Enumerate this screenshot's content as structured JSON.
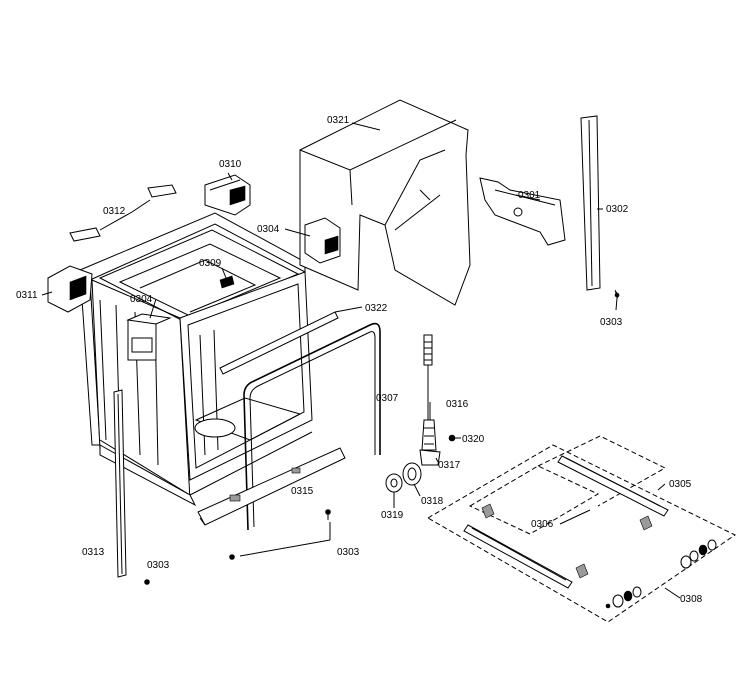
{
  "diagram": {
    "parts": {
      "p0321": "0321",
      "p0310": "0310",
      "p0312": "0312",
      "p0304a": "0304",
      "p0309": "0309",
      "p0311": "0311",
      "p0304b": "0304",
      "p0322": "0322",
      "p0301": "0301",
      "p0302": "0302",
      "p0303a": "0303",
      "p0307": "0307",
      "p0316": "0316",
      "p0320": "0320",
      "p0317": "0317",
      "p0318": "0318",
      "p0319": "0319",
      "p0315": "0315",
      "p0305": "0305",
      "p0306": "0306",
      "p0303b": "0303",
      "p0313": "0313",
      "p0303c": "0303",
      "p0308": "0308"
    }
  }
}
